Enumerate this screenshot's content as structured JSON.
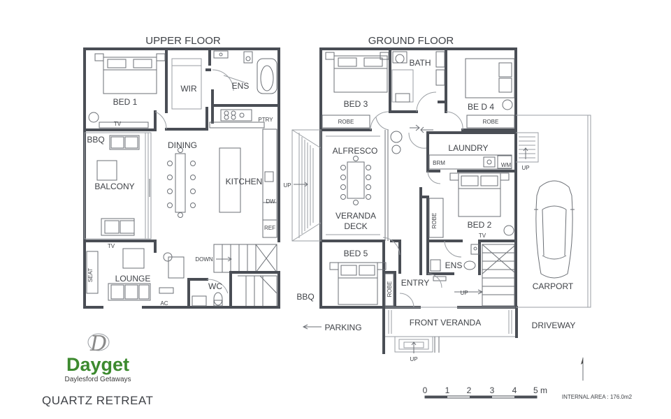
{
  "plan": {
    "upper_floor_title": "UPPER FLOOR",
    "ground_floor_title": "GROUND FLOOR",
    "upper_rooms": {
      "bed1": "BED 1",
      "wir": "WIR",
      "ens": "ENS",
      "tv_bed1": "TV",
      "bbq": "BBQ",
      "dining": "DINING",
      "balcony": "BALCONY",
      "kitchen": "KITCHEN",
      "ptry": "PTRY",
      "dw": "DW",
      "ref": "REF",
      "tv_lounge": "TV",
      "down": "DOWN",
      "seat": "SEAT",
      "lounge": "LOUNGE",
      "wc": "WC",
      "ac": "AC"
    },
    "ground_rooms": {
      "bath": "BATH",
      "bed3": "BED 3",
      "bed4": "BE D 4",
      "robe_bed3": "ROBE",
      "robe_bed4": "ROBE",
      "alfresco": "ALFRESCO",
      "laundry": "LAUNDRY",
      "brm": "BRM",
      "wm": "WM",
      "up_stair": "UP",
      "up_left": "UP",
      "veranda_deck_1": "VERANDA",
      "veranda_deck_2": "DECK",
      "robe_bed2": "ROBE",
      "bed2": "BED 2",
      "tv_bed2": "TV",
      "ens": "ENS",
      "bed5": "BED 5",
      "robe_bed5": "ROBE",
      "entry": "ENTRY",
      "up_entry": "UP",
      "carport": "CARPORT",
      "bbq": "BBQ",
      "parking": "PARKING",
      "front_veranda": "FRONT VERANDA",
      "driveway": "DRIVEWAY",
      "up_front": "UP"
    }
  },
  "branding": {
    "logo_mark": "D",
    "name": "Dayget",
    "tagline": "Daylesford Getaways",
    "property": "QUARTZ RETREAT"
  },
  "scale": {
    "ticks": [
      "0",
      "1",
      "2",
      "3",
      "4",
      "5 m"
    ],
    "internal_area": "INTERNAL AREA : 176.0m2"
  },
  "colors": {
    "wall": "#4a4e55",
    "brand_green": "#3d8a2f"
  }
}
